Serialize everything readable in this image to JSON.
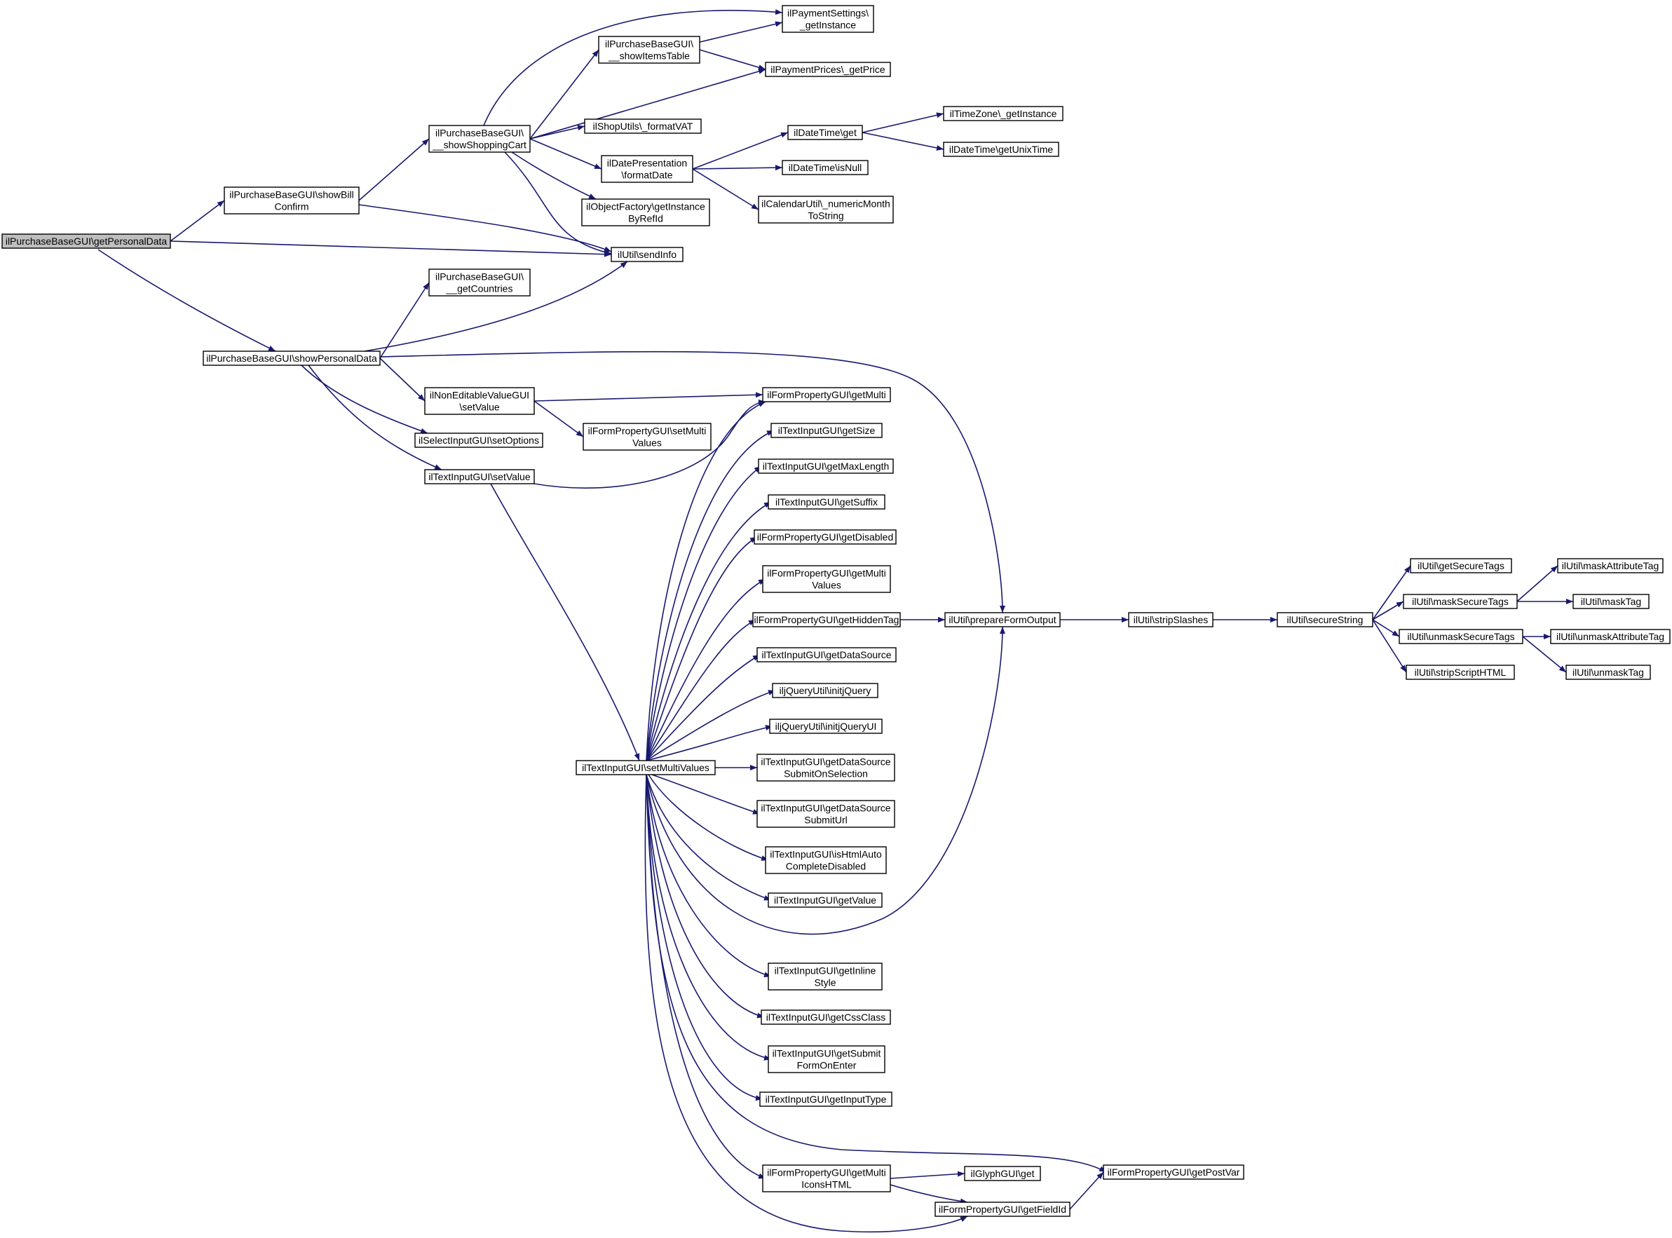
{
  "colors": {
    "edge": "#191970",
    "node_border": "#000000",
    "node_fill": "#ffffff",
    "root_fill": "#bfbfbf",
    "text": "#000000"
  },
  "nodes": [
    {
      "id": "n_root",
      "lines": [
        "ilPurchaseBaseGUI\\getPersonalData"
      ],
      "root": true
    },
    {
      "id": "n_showBill",
      "lines": [
        "ilPurchaseBaseGUI\\showBill",
        "Confirm"
      ]
    },
    {
      "id": "n_showPersonal",
      "lines": [
        "ilPurchaseBaseGUI\\showPersonalData"
      ]
    },
    {
      "id": "n_shopCart",
      "lines": [
        "ilPurchaseBaseGUI\\",
        "__showShoppingCart"
      ]
    },
    {
      "id": "n_sendInfo",
      "lines": [
        "ilUtil\\sendInfo"
      ]
    },
    {
      "id": "n_getCountries",
      "lines": [
        "ilPurchaseBaseGUI\\",
        "__getCountries"
      ]
    },
    {
      "id": "n_nonEdit",
      "lines": [
        "ilNonEditableValueGUI",
        "\\setValue"
      ]
    },
    {
      "id": "n_selectOpts",
      "lines": [
        "ilSelectInputGUI\\setOptions"
      ]
    },
    {
      "id": "n_textSetValue",
      "lines": [
        "ilTextInputGUI\\setValue"
      ]
    },
    {
      "id": "n_itemsTable",
      "lines": [
        "ilPurchaseBaseGUI\\",
        "__showItemsTable"
      ]
    },
    {
      "id": "n_payInst",
      "lines": [
        "ilPaymentSettings\\",
        "_getInstance"
      ]
    },
    {
      "id": "n_payPrice",
      "lines": [
        "ilPaymentPrices\\_getPrice"
      ]
    },
    {
      "id": "n_formatVAT",
      "lines": [
        "ilShopUtils\\_formatVAT"
      ]
    },
    {
      "id": "n_datePres",
      "lines": [
        "ilDatePresentation",
        "\\formatDate"
      ]
    },
    {
      "id": "n_objFactory",
      "lines": [
        "ilObjectFactory\\getInstance",
        "ByRefId"
      ]
    },
    {
      "id": "n_dtGet",
      "lines": [
        "ilDateTime\\get"
      ]
    },
    {
      "id": "n_dtIsNull",
      "lines": [
        "ilDateTime\\isNull"
      ]
    },
    {
      "id": "n_calNumeric",
      "lines": [
        "ilCalendarUtil\\_numericMonth",
        "ToString"
      ]
    },
    {
      "id": "n_tzInst",
      "lines": [
        "ilTimeZone\\_getInstance"
      ]
    },
    {
      "id": "n_dtUnix",
      "lines": [
        "ilDateTime\\getUnixTime"
      ]
    },
    {
      "id": "n_getMulti",
      "lines": [
        "ilFormPropertyGUI\\getMulti"
      ]
    },
    {
      "id": "n_setMultiVals",
      "lines": [
        "ilFormPropertyGUI\\setMulti",
        "Values"
      ]
    },
    {
      "id": "n_tiSetMulti",
      "lines": [
        "ilTextInputGUI\\setMultiValues"
      ]
    },
    {
      "id": "n_getSize",
      "lines": [
        "ilTextInputGUI\\getSize"
      ]
    },
    {
      "id": "n_getMaxLen",
      "lines": [
        "ilTextInputGUI\\getMaxLength"
      ]
    },
    {
      "id": "n_getSuffix",
      "lines": [
        "ilTextInputGUI\\getSuffix"
      ]
    },
    {
      "id": "n_getDisabled",
      "lines": [
        "ilFormPropertyGUI\\getDisabled"
      ]
    },
    {
      "id": "n_getMultiVals",
      "lines": [
        "ilFormPropertyGUI\\getMulti",
        "Values"
      ]
    },
    {
      "id": "n_getHidden",
      "lines": [
        "ilFormPropertyGUI\\getHiddenTag"
      ]
    },
    {
      "id": "n_getDataSrc",
      "lines": [
        "ilTextInputGUI\\getDataSource"
      ]
    },
    {
      "id": "n_initjQ",
      "lines": [
        "iljQueryUtil\\initjQuery"
      ]
    },
    {
      "id": "n_initjQUI",
      "lines": [
        "iljQueryUtil\\initjQueryUI"
      ]
    },
    {
      "id": "n_dsSubmitSel",
      "lines": [
        "ilTextInputGUI\\getDataSource",
        "SubmitOnSelection"
      ]
    },
    {
      "id": "n_dsSubmitUrl",
      "lines": [
        "ilTextInputGUI\\getDataSource",
        "SubmitUrl"
      ]
    },
    {
      "id": "n_htmlAuto",
      "lines": [
        "ilTextInputGUI\\isHtmlAuto",
        "CompleteDisabled"
      ]
    },
    {
      "id": "n_tiGetValue",
      "lines": [
        "ilTextInputGUI\\getValue"
      ]
    },
    {
      "id": "n_inlineStyle",
      "lines": [
        "ilTextInputGUI\\getInline",
        "Style"
      ]
    },
    {
      "id": "n_cssClass",
      "lines": [
        "ilTextInputGUI\\getCssClass"
      ]
    },
    {
      "id": "n_submitEnter",
      "lines": [
        "ilTextInputGUI\\getSubmit",
        "FormOnEnter"
      ]
    },
    {
      "id": "n_inputType",
      "lines": [
        "ilTextInputGUI\\getInputType"
      ]
    },
    {
      "id": "n_multiIcons",
      "lines": [
        "ilFormPropertyGUI\\getMulti",
        "IconsHTML"
      ]
    },
    {
      "id": "n_prepareForm",
      "lines": [
        "ilUtil\\prepareFormOutput"
      ]
    },
    {
      "id": "n_stripSlashes",
      "lines": [
        "ilUtil\\stripSlashes"
      ]
    },
    {
      "id": "n_secureString",
      "lines": [
        "ilUtil\\secureString"
      ]
    },
    {
      "id": "n_getSecureTags",
      "lines": [
        "ilUtil\\getSecureTags"
      ]
    },
    {
      "id": "n_maskSecure",
      "lines": [
        "ilUtil\\maskSecureTags"
      ]
    },
    {
      "id": "n_unmaskSecure",
      "lines": [
        "ilUtil\\unmaskSecureTags"
      ]
    },
    {
      "id": "n_stripScript",
      "lines": [
        "ilUtil\\stripScriptHTML"
      ]
    },
    {
      "id": "n_maskAttr",
      "lines": [
        "ilUtil\\maskAttributeTag"
      ]
    },
    {
      "id": "n_maskTag",
      "lines": [
        "ilUtil\\maskTag"
      ]
    },
    {
      "id": "n_unmaskAttr",
      "lines": [
        "ilUtil\\unmaskAttributeTag"
      ]
    },
    {
      "id": "n_unmaskTag",
      "lines": [
        "ilUtil\\unmaskTag"
      ]
    },
    {
      "id": "n_glyphGet",
      "lines": [
        "ilGlyphGUI\\get"
      ]
    },
    {
      "id": "n_getFieldId",
      "lines": [
        "ilFormPropertyGUI\\getFieldId"
      ]
    },
    {
      "id": "n_getPostVar",
      "lines": [
        "ilFormPropertyGUI\\getPostVar"
      ]
    }
  ],
  "edges": [
    [
      "n_root",
      "n_showBill"
    ],
    [
      "n_root",
      "n_sendInfo"
    ],
    [
      "n_root",
      "n_showPersonal"
    ],
    [
      "n_showBill",
      "n_shopCart"
    ],
    [
      "n_showBill",
      "n_sendInfo"
    ],
    [
      "n_shopCart",
      "n_payInst"
    ],
    [
      "n_shopCart",
      "n_itemsTable"
    ],
    [
      "n_shopCart",
      "n_payPrice"
    ],
    [
      "n_shopCart",
      "n_formatVAT"
    ],
    [
      "n_shopCart",
      "n_datePres"
    ],
    [
      "n_shopCart",
      "n_objFactory"
    ],
    [
      "n_shopCart",
      "n_sendInfo"
    ],
    [
      "n_itemsTable",
      "n_payInst"
    ],
    [
      "n_itemsTable",
      "n_payPrice"
    ],
    [
      "n_datePres",
      "n_dtGet"
    ],
    [
      "n_datePres",
      "n_dtIsNull"
    ],
    [
      "n_datePres",
      "n_calNumeric"
    ],
    [
      "n_dtGet",
      "n_tzInst"
    ],
    [
      "n_dtGet",
      "n_dtUnix"
    ],
    [
      "n_showPersonal",
      "n_getCountries"
    ],
    [
      "n_showPersonal",
      "n_sendInfo"
    ],
    [
      "n_showPersonal",
      "n_prepareForm"
    ],
    [
      "n_showPersonal",
      "n_nonEdit"
    ],
    [
      "n_showPersonal",
      "n_selectOpts"
    ],
    [
      "n_showPersonal",
      "n_textSetValue"
    ],
    [
      "n_nonEdit",
      "n_getMulti"
    ],
    [
      "n_nonEdit",
      "n_setMultiVals"
    ],
    [
      "n_textSetValue",
      "n_getMulti"
    ],
    [
      "n_textSetValue",
      "n_tiSetMulti"
    ],
    [
      "n_tiSetMulti",
      "n_getMulti"
    ],
    [
      "n_tiSetMulti",
      "n_getSize"
    ],
    [
      "n_tiSetMulti",
      "n_getMaxLen"
    ],
    [
      "n_tiSetMulti",
      "n_getSuffix"
    ],
    [
      "n_tiSetMulti",
      "n_getDisabled"
    ],
    [
      "n_tiSetMulti",
      "n_getMultiVals"
    ],
    [
      "n_tiSetMulti",
      "n_getHidden"
    ],
    [
      "n_tiSetMulti",
      "n_getDataSrc"
    ],
    [
      "n_tiSetMulti",
      "n_initjQ"
    ],
    [
      "n_tiSetMulti",
      "n_initjQUI"
    ],
    [
      "n_tiSetMulti",
      "n_dsSubmitSel"
    ],
    [
      "n_tiSetMulti",
      "n_dsSubmitUrl"
    ],
    [
      "n_tiSetMulti",
      "n_htmlAuto"
    ],
    [
      "n_tiSetMulti",
      "n_tiGetValue"
    ],
    [
      "n_tiSetMulti",
      "n_prepareForm"
    ],
    [
      "n_tiSetMulti",
      "n_inlineStyle"
    ],
    [
      "n_tiSetMulti",
      "n_cssClass"
    ],
    [
      "n_tiSetMulti",
      "n_submitEnter"
    ],
    [
      "n_tiSetMulti",
      "n_inputType"
    ],
    [
      "n_tiSetMulti",
      "n_getPostVar"
    ],
    [
      "n_tiSetMulti",
      "n_multiIcons"
    ],
    [
      "n_tiSetMulti",
      "n_getFieldId"
    ],
    [
      "n_getHidden",
      "n_prepareForm"
    ],
    [
      "n_prepareForm",
      "n_stripSlashes"
    ],
    [
      "n_stripSlashes",
      "n_secureString"
    ],
    [
      "n_secureString",
      "n_getSecureTags"
    ],
    [
      "n_secureString",
      "n_maskSecure"
    ],
    [
      "n_secureString",
      "n_unmaskSecure"
    ],
    [
      "n_secureString",
      "n_stripScript"
    ],
    [
      "n_maskSecure",
      "n_maskAttr"
    ],
    [
      "n_maskSecure",
      "n_maskTag"
    ],
    [
      "n_unmaskSecure",
      "n_unmaskAttr"
    ],
    [
      "n_unmaskSecure",
      "n_unmaskTag"
    ],
    [
      "n_multiIcons",
      "n_glyphGet"
    ],
    [
      "n_multiIcons",
      "n_getFieldId"
    ],
    [
      "n_getFieldId",
      "n_getPostVar"
    ]
  ]
}
